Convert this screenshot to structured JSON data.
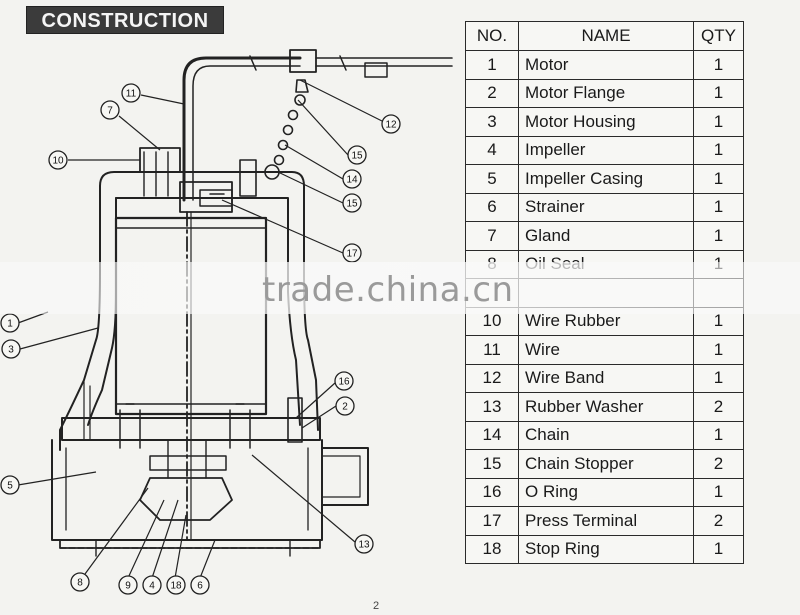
{
  "header": {
    "title": "CONSTRUCTION"
  },
  "watermark": "trade.china.cn",
  "page_number": "2",
  "table": {
    "headers": {
      "no": "NO.",
      "name": "NAME",
      "qty": "QTY"
    },
    "rows": [
      {
        "no": "1",
        "name": "Motor",
        "qty": "1"
      },
      {
        "no": "2",
        "name": "Motor Flange",
        "qty": "1"
      },
      {
        "no": "3",
        "name": "Motor Housing",
        "qty": "1"
      },
      {
        "no": "4",
        "name": "Impeller",
        "qty": "1"
      },
      {
        "no": "5",
        "name": "Impeller Casing",
        "qty": "1"
      },
      {
        "no": "6",
        "name": "Strainer",
        "qty": "1"
      },
      {
        "no": "7",
        "name": "Gland",
        "qty": "1"
      },
      {
        "no": "8",
        "name": "Oil Seal",
        "qty": "1"
      },
      {
        "no": "",
        "name": "",
        "qty": ""
      },
      {
        "no": "10",
        "name": "Wire Rubber",
        "qty": "1"
      },
      {
        "no": "11",
        "name": "Wire",
        "qty": "1"
      },
      {
        "no": "12",
        "name": "Wire Band",
        "qty": "1"
      },
      {
        "no": "13",
        "name": "Rubber Washer",
        "qty": "2"
      },
      {
        "no": "14",
        "name": "Chain",
        "qty": "1"
      },
      {
        "no": "15",
        "name": "Chain Stopper",
        "qty": "2"
      },
      {
        "no": "16",
        "name": "O Ring",
        "qty": "1"
      },
      {
        "no": "17",
        "name": "Press Terminal",
        "qty": "2"
      },
      {
        "no": "18",
        "name": "Stop Ring",
        "qty": "1"
      }
    ]
  },
  "callouts": {
    "c1": "1",
    "c2": "2",
    "c3": "3",
    "c4": "4",
    "c5": "5",
    "c6": "6",
    "c7": "7",
    "c8": "8",
    "c9": "9",
    "c10": "10",
    "c11": "11",
    "c12": "12",
    "c13": "13",
    "c14": "14",
    "c15a": "15",
    "c15b": "15",
    "c16": "16",
    "c17": "17",
    "c18": "18"
  },
  "colors": {
    "ink": "#222222",
    "background": "#f3f3f0",
    "title_bg": "#3b3b3b"
  }
}
